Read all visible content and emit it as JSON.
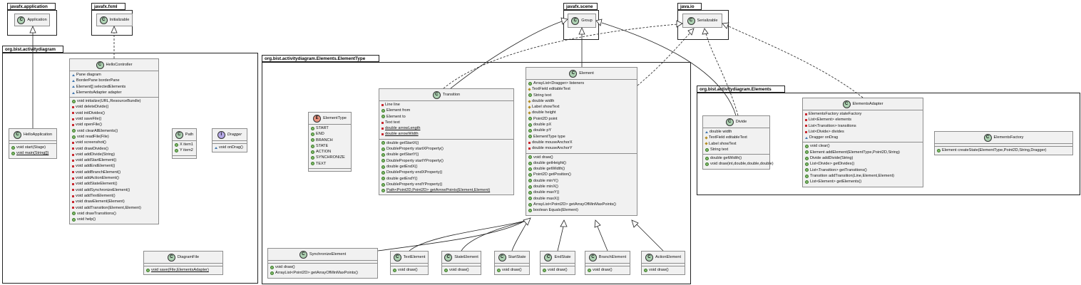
{
  "packages": {
    "javafx_application": "javafx.application",
    "javafx_fxml": "javafx.fxml",
    "org_bist_activitydiagram": "org.bist.activitydiagram",
    "element_type": "org.bist.activitydiagram.Elements.ElementType",
    "javafx_scene": "javafx.scene",
    "java_io": "java.io",
    "elements": "org.bist.activitydiagram.Elements"
  },
  "classes": {
    "application": {
      "badge": "C",
      "name": "Application",
      "fields": [],
      "methods": []
    },
    "initializable": {
      "badge": "C",
      "name": "Initializable",
      "fields": [],
      "methods": []
    },
    "group": {
      "badge": "C",
      "name": "Group",
      "fields": [],
      "methods": []
    },
    "serializable": {
      "badge": "C",
      "name": "Serializable",
      "fields": [],
      "methods": []
    },
    "hello_controller": {
      "badge": "C",
      "name": "HelloController",
      "fields": [
        {
          "vis": "pkg",
          "text": "Pane diagram"
        },
        {
          "vis": "pkg",
          "text": "BorderPane borderPane"
        },
        {
          "vis": "pkg",
          "text": "Element[] selectedElements"
        },
        {
          "vis": "pkg",
          "text": "ElementsAdapter adapter"
        }
      ],
      "methods": [
        {
          "vis": "pub",
          "text": "void initialize(URL,ResourceBundle)"
        },
        {
          "vis": "priv",
          "text": "void deleteDivide()"
        },
        {
          "vis": "priv",
          "text": "void initDivides()"
        },
        {
          "vis": "priv",
          "text": "void saveFile()"
        },
        {
          "vis": "priv",
          "text": "void openFile()"
        },
        {
          "vis": "pub",
          "text": "void clearAllElements()"
        },
        {
          "vis": "pub",
          "text": "void readFile(File)"
        },
        {
          "vis": "priv",
          "text": "void screenshot()"
        },
        {
          "vis": "priv",
          "text": "void drawDivides()"
        },
        {
          "vis": "priv",
          "text": "void addDivide(String)"
        },
        {
          "vis": "priv",
          "text": "void addStartElement()"
        },
        {
          "vis": "priv",
          "text": "void addEndElement()"
        },
        {
          "vis": "priv",
          "text": "void addBranchElement()"
        },
        {
          "vis": "priv",
          "text": "void addActionElement()"
        },
        {
          "vis": "priv",
          "text": "void addStateElement()"
        },
        {
          "vis": "priv",
          "text": "void addSynchronizeElement()"
        },
        {
          "vis": "priv",
          "text": "void addTextElement()"
        },
        {
          "vis": "priv",
          "text": "void drawElement(Element)"
        },
        {
          "vis": "priv",
          "text": "void addTransition(Element,Element)"
        },
        {
          "vis": "pub",
          "text": "void drawTransitions()"
        },
        {
          "vis": "pub",
          "text": "void help()"
        }
      ]
    },
    "hello_application": {
      "badge": "C",
      "name": "HelloApplication",
      "fields": [],
      "methods": [
        {
          "vis": "pub",
          "text": "void start(Stage)"
        },
        {
          "vis": "pub",
          "text": "void main(String[])",
          "static": true
        }
      ]
    },
    "path": {
      "badge": "C",
      "name": "Path",
      "fields": [
        {
          "vis": "pub",
          "text": "X item1"
        },
        {
          "vis": "pub",
          "text": "Y item2"
        }
      ],
      "methods": []
    },
    "dragger": {
      "badge": "I",
      "name": "Dragger",
      "abstract": true,
      "fields": [],
      "methods": [
        {
          "vis": "pkg",
          "text": "void onDrag()"
        }
      ]
    },
    "diagram_file": {
      "badge": "C",
      "name": "DiagramFile",
      "fields": [],
      "methods": [
        {
          "vis": "pub",
          "text": "void save(File,ElementsAdapter)",
          "static": true
        }
      ]
    },
    "element_type_enum": {
      "badge": "E",
      "name": "ElementType",
      "fields": [
        {
          "vis": "pub",
          "text": "START"
        },
        {
          "vis": "pub",
          "text": "END"
        },
        {
          "vis": "pub",
          "text": "BRANCH"
        },
        {
          "vis": "pub",
          "text": "STATE"
        },
        {
          "vis": "pub",
          "text": "ACTION"
        },
        {
          "vis": "pub",
          "text": "SYNCHRONIZE"
        },
        {
          "vis": "pub",
          "text": "TEXT"
        }
      ],
      "methods": []
    },
    "transition": {
      "badge": "C",
      "name": "Transition",
      "fields": [
        {
          "vis": "priv",
          "text": "Line line"
        },
        {
          "vis": "pub",
          "text": "Element from"
        },
        {
          "vis": "pub",
          "text": "Element to"
        },
        {
          "vis": "priv",
          "text": "Text text"
        },
        {
          "vis": "priv",
          "text": "double arrowLength",
          "static": true
        },
        {
          "vis": "priv",
          "text": "double arrowWidth",
          "static": true
        }
      ],
      "methods": [
        {
          "vis": "pub",
          "text": "double getStartX()"
        },
        {
          "vis": "pub",
          "text": "DoubleProperty startXProperty()"
        },
        {
          "vis": "pub",
          "text": "double getStartY()"
        },
        {
          "vis": "pub",
          "text": "DoubleProperty startYProperty()"
        },
        {
          "vis": "pub",
          "text": "double getEndX()"
        },
        {
          "vis": "pub",
          "text": "DoubleProperty endXProperty()"
        },
        {
          "vis": "pub",
          "text": "double getEndY()"
        },
        {
          "vis": "pub",
          "text": "DoubleProperty endYProperty()"
        },
        {
          "vis": "pub",
          "text": "Path<Point2D,Point2D> getArrowPoints(Element,Element)",
          "static": true
        }
      ]
    },
    "element": {
      "badge": "C",
      "name": "Element",
      "fields": [
        {
          "vis": "pub",
          "text": "ArrayList<Dragger> listeners"
        },
        {
          "vis": "prot",
          "text": "TextField editableText"
        },
        {
          "vis": "pub",
          "text": "String text"
        },
        {
          "vis": "prot",
          "text": "double width"
        },
        {
          "vis": "prot",
          "text": "Label showText"
        },
        {
          "vis": "prot",
          "text": "double height"
        },
        {
          "vis": "pub",
          "text": "Point2D point"
        },
        {
          "vis": "pub",
          "text": "double pX"
        },
        {
          "vis": "pub",
          "text": "double pY"
        },
        {
          "vis": "pub",
          "text": "ElementType type"
        },
        {
          "vis": "priv",
          "text": "double mouseAnchorX"
        },
        {
          "vis": "priv",
          "text": "double mouseAnchorY"
        }
      ],
      "methods": [
        {
          "vis": "pub",
          "text": "void draw()"
        },
        {
          "vis": "pub",
          "text": "double getHeight()"
        },
        {
          "vis": "pub",
          "text": "double getWidth()"
        },
        {
          "vis": "pub",
          "text": "Point2D getPosition()"
        },
        {
          "vis": "pub",
          "text": "double minY()"
        },
        {
          "vis": "pub",
          "text": "double minX()"
        },
        {
          "vis": "pub",
          "text": "double maxY()"
        },
        {
          "vis": "pub",
          "text": "double maxX()"
        },
        {
          "vis": "pub",
          "text": "ArrayList<Point2D> getArrayOfMinMaxPoints()"
        },
        {
          "vis": "pub",
          "text": "boolean Equals(Element)"
        }
      ]
    },
    "synchronize_element": {
      "badge": "C",
      "name": "SynchronizeElement",
      "fields": [],
      "methods": [
        {
          "vis": "pub",
          "text": "void draw()"
        },
        {
          "vis": "pub",
          "text": "ArrayList<Point2D> getArrayOfMinMaxPoints()"
        }
      ]
    },
    "text_element": {
      "badge": "C",
      "name": "TextElement",
      "fields": [],
      "methods": [
        {
          "vis": "pub",
          "text": "void draw()"
        }
      ]
    },
    "state_element": {
      "badge": "C",
      "name": "StateElement",
      "fields": [],
      "methods": [
        {
          "vis": "pub",
          "text": "void draw()"
        }
      ]
    },
    "start_state": {
      "badge": "C",
      "name": "StartState",
      "fields": [],
      "methods": [
        {
          "vis": "pub",
          "text": "void draw()"
        }
      ]
    },
    "end_state": {
      "badge": "C",
      "name": "EndState",
      "fields": [],
      "methods": [
        {
          "vis": "pub",
          "text": "void draw()"
        }
      ]
    },
    "branch_element": {
      "badge": "C",
      "name": "BranchElement",
      "fields": [],
      "methods": [
        {
          "vis": "pub",
          "text": "void draw()"
        }
      ]
    },
    "action_element": {
      "badge": "C",
      "name": "ActionElement",
      "fields": [],
      "methods": [
        {
          "vis": "pub",
          "text": "void draw()"
        }
      ]
    },
    "divide": {
      "badge": "C",
      "name": "Divide",
      "fields": [
        {
          "vis": "pkg",
          "text": "double width"
        },
        {
          "vis": "prot",
          "text": "TextField editableText"
        },
        {
          "vis": "prot",
          "text": "Label showText"
        },
        {
          "vis": "pub",
          "text": "String text"
        }
      ],
      "methods": [
        {
          "vis": "pub",
          "text": "double getWidth()"
        },
        {
          "vis": "pub",
          "text": "void draw(int,double,double,double)"
        }
      ]
    },
    "elements_adapter": {
      "badge": "C",
      "name": "ElementsAdapter",
      "fields": [
        {
          "vis": "priv",
          "text": "ElementsFactory stateFactory"
        },
        {
          "vis": "priv",
          "text": "List<Element> elements"
        },
        {
          "vis": "priv",
          "text": "List<Transition> transitions"
        },
        {
          "vis": "priv",
          "text": "List<Divide> divides"
        },
        {
          "vis": "pkg",
          "text": "Dragger onDrag"
        }
      ],
      "methods": [
        {
          "vis": "pub",
          "text": "void clear()"
        },
        {
          "vis": "pub",
          "text": "Element addElement(ElementType,Point2D,String)"
        },
        {
          "vis": "pub",
          "text": "Divide addDivide(String)"
        },
        {
          "vis": "pub",
          "text": "List<Divide> getDivides()"
        },
        {
          "vis": "pub",
          "text": "List<Transition> getTransitions()"
        },
        {
          "vis": "pub",
          "text": "Transition addTransition(Line,Element,Element)"
        },
        {
          "vis": "pub",
          "text": "List<Element> getElements()"
        }
      ]
    },
    "elements_factory": {
      "badge": "C",
      "name": "ElementsFactory",
      "fields": [],
      "methods": [
        {
          "vis": "pub",
          "text": "Element createState(ElementType,Point2D,String,Dragger)"
        }
      ]
    }
  }
}
